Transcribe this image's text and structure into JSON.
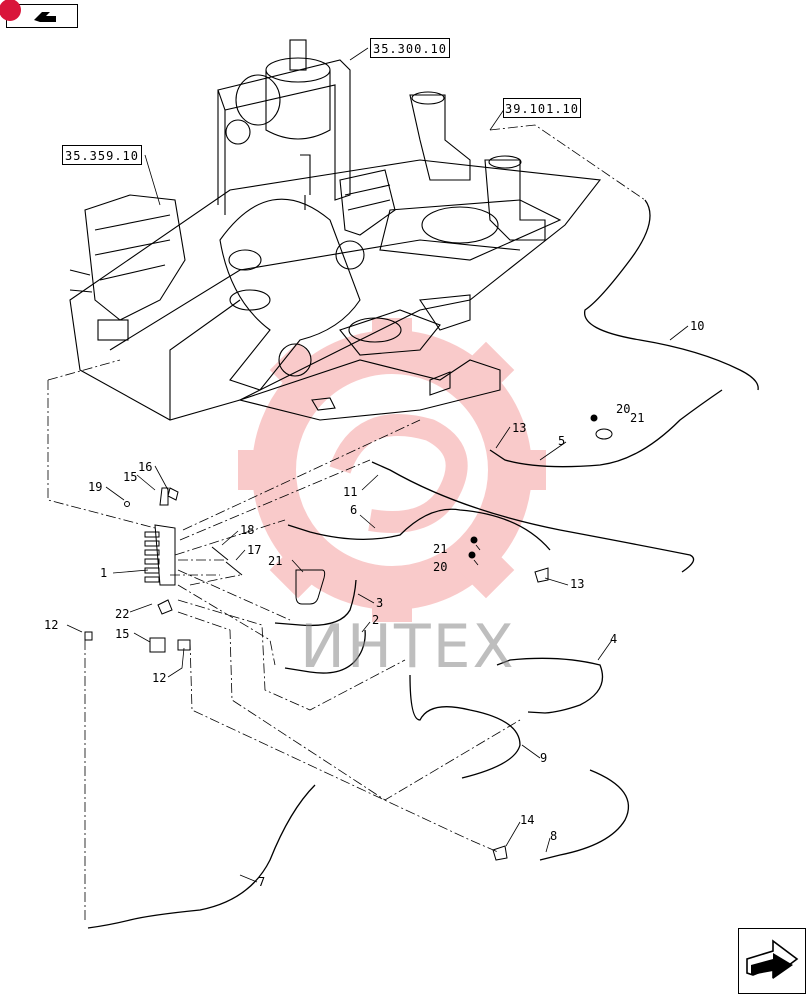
{
  "navigation": {
    "prev_icon": "back-arrow-icon",
    "next_icon": "forward-arrow-icon",
    "badge_color": "#d9153a"
  },
  "reference_boxes": [
    {
      "id": "ref-35-300-10",
      "label": "35.300.10"
    },
    {
      "id": "ref-39-101-10",
      "label": "39.101.10"
    },
    {
      "id": "ref-35-359-10",
      "label": "35.359.10"
    }
  ],
  "callouts": [
    "10",
    "20",
    "21",
    "13",
    "5",
    "11",
    "6",
    "16",
    "15",
    "19",
    "18",
    "17",
    "1",
    "21",
    "21",
    "20",
    "13",
    "3",
    "2",
    "22",
    "15",
    "12",
    "12",
    "4",
    "9",
    "14",
    "8",
    "7"
  ],
  "watermark": {
    "text": "ИНТЕХ",
    "gear_color": "#f5a0a0"
  }
}
